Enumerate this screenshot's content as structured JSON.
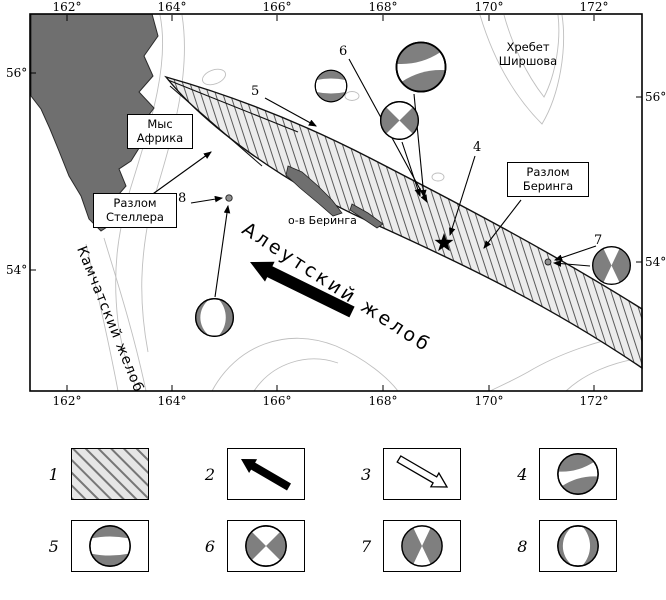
{
  "axes": {
    "top": [
      "162°",
      "164°",
      "166°",
      "168°",
      "170°",
      "172°"
    ],
    "bottom": [
      "162°",
      "164°",
      "166°",
      "168°",
      "170°",
      "172°"
    ],
    "left": [
      "56°",
      "54°"
    ],
    "right": [
      "56°",
      "54°"
    ]
  },
  "map": {
    "labels": {
      "cape_africa": "Мыс Африка",
      "steller_fault": "Разлом Стеллера",
      "bering_fault": "Разлом Беринга",
      "shirshov_ridge": "Хребет Ширшова",
      "kamchatka_trench": "Камчатский желоб",
      "aleutian_trench": "Алеутский желоб",
      "bering_island": "о-в Беринга"
    },
    "event_numbers": [
      "4",
      "5",
      "6",
      "7",
      "8"
    ]
  },
  "legend": {
    "numbers": [
      "1",
      "2",
      "3",
      "4",
      "5",
      "6",
      "7",
      "8"
    ],
    "symbols": [
      "deformation-zone-hatch",
      "plate-motion-arrow-solid",
      "plate-motion-arrow-open",
      "focal-mechanism-type-4",
      "focal-mechanism-type-5",
      "focal-mechanism-type-6",
      "focal-mechanism-type-7",
      "focal-mechanism-type-8"
    ]
  },
  "colors": {
    "land": "#6f6f6f",
    "band_fill": "#ececec",
    "hatch_line": "#5a5a5a",
    "contour": "#bfbfbf",
    "mechanism_shade": "#7f7f7f"
  }
}
